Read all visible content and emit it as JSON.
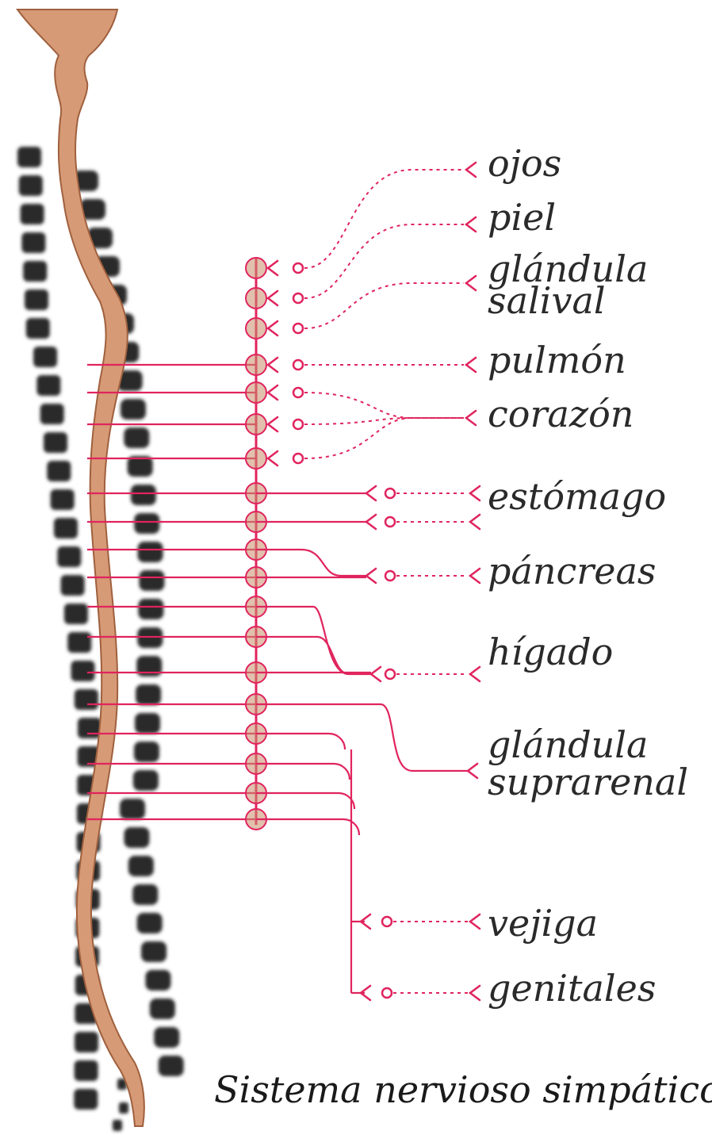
{
  "colors": {
    "nerve": "#e0245e",
    "spinal_cord": "#d69a76",
    "spinal_cord_edge": "#a0603e",
    "vertebra": "#2b2b2b",
    "ganglion": "#c98c6a",
    "text": "#2a2a2a"
  },
  "organs": [
    {
      "id": "ojos",
      "label": "ojos"
    },
    {
      "id": "piel",
      "label": "piel"
    },
    {
      "id": "glandula-salival",
      "label_lines": [
        "glándula",
        "salival"
      ]
    },
    {
      "id": "pulmon",
      "label": "pulmón"
    },
    {
      "id": "corazon",
      "label": "corazón"
    },
    {
      "id": "estomago",
      "label": "estómago"
    },
    {
      "id": "pancreas",
      "label": "páncreas"
    },
    {
      "id": "higado",
      "label": "hígado"
    },
    {
      "id": "glandula-suprarenal",
      "label_lines": [
        "glándula",
        "suprarenal"
      ]
    },
    {
      "id": "vejiga",
      "label": "vejiga"
    },
    {
      "id": "genitales",
      "label": "genitales"
    }
  ],
  "title": "Sistema nervioso simpático"
}
